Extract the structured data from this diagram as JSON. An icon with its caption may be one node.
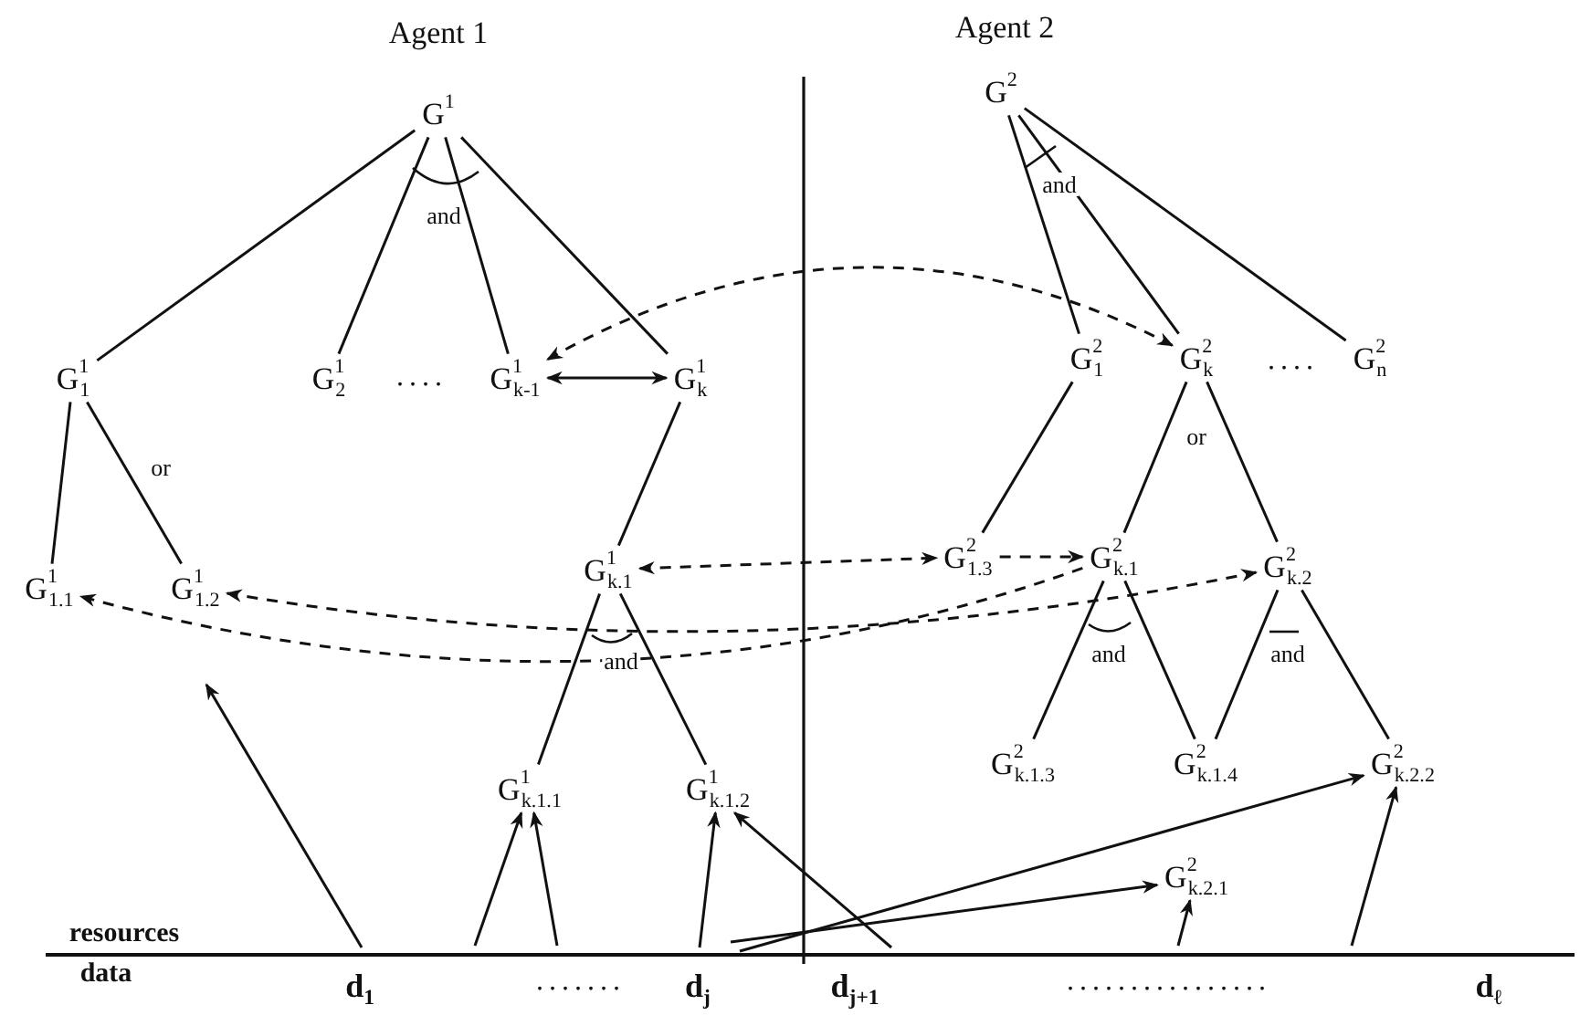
{
  "diagram": {
    "nodes": [
      {
        "text": [
          "G$^{1}$"
        ]
      },
      {
        "text": [
          "G$^{1}$$_{1}$"
        ]
      },
      {
        "text": [
          "G$^{1}$$_{2}$"
        ]
      },
      {
        "text": [
          "G$^{1}$$_{k-1}$"
        ]
      },
      {
        "text": [
          "G$^{1}$$_{k}$"
        ]
      },
      {
        "text": [
          "G$^{1}$$_{1.1}$"
        ]
      },
      {
        "text": [
          "G$^{1}$$_{1.2}$"
        ]
      },
      {
        "text": [
          "G$^{1}$$_{k.1}$"
        ]
      },
      {
        "text": [
          "G$^{1}$$_{k.1.1}$"
        ]
      },
      {
        "text": [
          "G$^{1}$$_{k.1.2}$"
        ]
      },
      {
        "text": [
          "G$^{2}$"
        ]
      },
      {
        "text": [
          "G$^{2}$$_{1}$"
        ]
      },
      {
        "text": [
          "G$^{2}$$_{k}$"
        ]
      },
      {
        "text": [
          "G$^{2}$$_{n}$"
        ]
      },
      {
        "text": [
          "G$^{2}$$_{1.3}$"
        ]
      },
      {
        "text": [
          "G$^{2}$$_{k.1}$"
        ]
      },
      {
        "text": [
          "G$^{2}$$_{k.2}$"
        ]
      },
      {
        "text": [
          "G$^{2}$$_{k.1.3}$"
        ]
      },
      {
        "text": [
          "G$^{2}$$_{k.1.4}$"
        ]
      },
      {
        "text": [
          "G$^{2}$$_{k.2.1}$"
        ]
      },
      {
        "text": [
          "G$^{2}$$_{k.2.2}$"
        ]
      },
      {
        "text": [
          "d$_{1}$"
        ]
      },
      {
        "text": [
          "d$_{j}$"
        ]
      },
      {
        "text": [
          "d$_{j+1}$"
        ]
      },
      {
        "text": [
          "d$_{ℓ}$"
        ]
      }
    ],
    "edges": [
      {
        "from": 0,
        "to": 1,
        "arrow": "none"
      },
      {
        "from": 0,
        "to": 2,
        "arrow": "none"
      },
      {
        "from": 0,
        "to": 3,
        "arrow": "none"
      },
      {
        "from": 0,
        "to": 4,
        "arrow": "none"
      },
      {
        "from": 1,
        "to": 5,
        "arrow": "none"
      },
      {
        "from": 1,
        "to": 6,
        "arrow": "none"
      },
      {
        "from": 4,
        "to": 7,
        "arrow": "none"
      },
      {
        "from": 7,
        "to": 8,
        "arrow": "none"
      },
      {
        "from": 7,
        "to": 9,
        "arrow": "none"
      },
      {
        "from": 10,
        "to": 11,
        "arrow": "none"
      },
      {
        "from": 10,
        "to": 12,
        "arrow": "none"
      },
      {
        "from": 10,
        "to": 13,
        "arrow": "none"
      },
      {
        "from": 11,
        "to": 14,
        "arrow": "none"
      },
      {
        "from": 12,
        "to": 15,
        "arrow": "none"
      },
      {
        "from": 12,
        "to": 16,
        "arrow": "none"
      },
      {
        "from": 15,
        "to": 17,
        "arrow": "none"
      },
      {
        "from": 15,
        "to": 18,
        "arrow": "none"
      },
      {
        "from": 16,
        "to": 18,
        "arrow": "none"
      },
      {
        "from": 16,
        "to": 20,
        "arrow": "none"
      },
      {
        "from": 12,
        "to": 3,
        "arrow": "both",
        "style": "dashed"
      },
      {
        "from": 3,
        "to": 4,
        "arrow": "both"
      },
      {
        "from": 7,
        "to": 14,
        "arrow": "both",
        "style": "dashed"
      },
      {
        "from": 14,
        "to": 15,
        "arrow": "to",
        "style": "dashed"
      },
      {
        "from": 6,
        "to": 16,
        "arrow": "both",
        "style": "dashed"
      },
      {
        "from": 15,
        "to": 5,
        "arrow": "to",
        "style": "dashed"
      },
      {
        "from": 21,
        "to": null,
        "arrow": "to"
      },
      {
        "from": null,
        "to": 8,
        "arrow": "to"
      },
      {
        "from": null,
        "to": 8,
        "arrow": "to"
      },
      {
        "from": 22,
        "to": 9,
        "arrow": "to"
      },
      {
        "from": 23,
        "to": 9,
        "arrow": "to"
      },
      {
        "from": 22,
        "to": 19,
        "arrow": "to"
      },
      {
        "from": 22,
        "to": 20,
        "arrow": "to"
      },
      {
        "from": null,
        "to": 19,
        "arrow": "to"
      },
      {
        "from": null,
        "to": 20,
        "arrow": "to"
      }
    ],
    "labels": [
      "Agent 1",
      "Agent 2",
      "and",
      "and",
      "....",
      "....",
      "or",
      "or",
      "and",
      "and",
      "and",
      "resources",
      "data",
      ".......",
      "................"
    ]
  }
}
